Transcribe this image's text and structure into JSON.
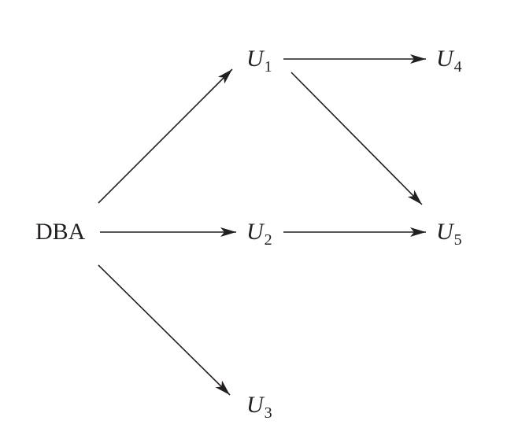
{
  "nodes": {
    "dba": {
      "text": "DBA"
    },
    "u1": {
      "var": "U",
      "sub": "1"
    },
    "u2": {
      "var": "U",
      "sub": "2"
    },
    "u3": {
      "var": "U",
      "sub": "3"
    },
    "u4": {
      "var": "U",
      "sub": "4"
    },
    "u5": {
      "var": "U",
      "sub": "5"
    }
  },
  "edges": [
    {
      "from": "DBA",
      "to": "U1"
    },
    {
      "from": "DBA",
      "to": "U2"
    },
    {
      "from": "DBA",
      "to": "U3"
    },
    {
      "from": "U1",
      "to": "U4"
    },
    {
      "from": "U1",
      "to": "U5"
    },
    {
      "from": "U2",
      "to": "U5"
    }
  ],
  "colors": {
    "ink": "#231f20",
    "background": "#ffffff"
  }
}
